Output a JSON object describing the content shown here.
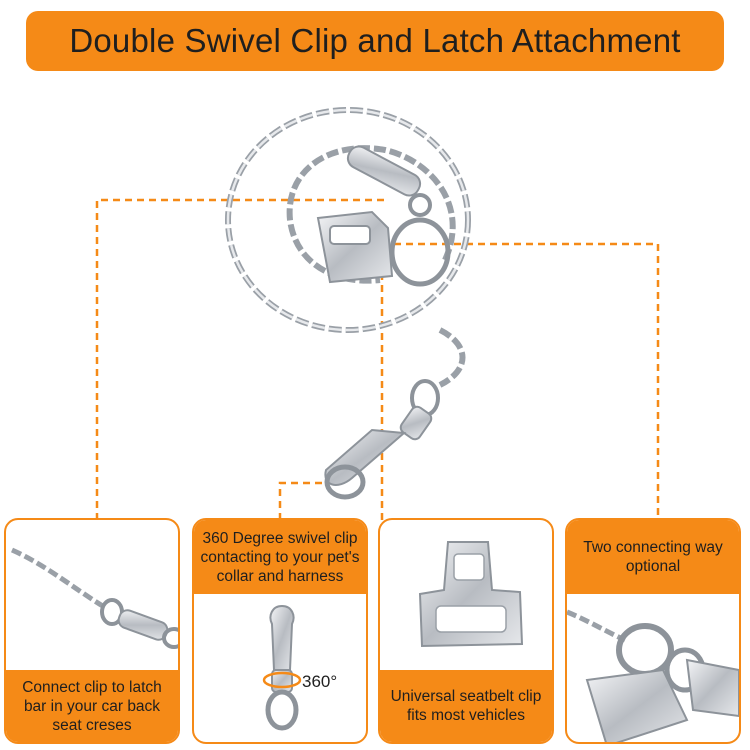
{
  "header": {
    "title": "Double Swivel Clip and Latch Attachment"
  },
  "panels": [
    {
      "caption": "Connect clip to latch bar in your car back seat creses"
    },
    {
      "caption": "360 Degree swivel clip contacting to your pet's collar and harness",
      "rotation_label": "360°"
    },
    {
      "caption": "Universal seatbelt clip fits most vehicles"
    },
    {
      "caption": "Two connecting way optional"
    }
  ],
  "colors": {
    "accent": "#f58a17",
    "text": "#1f1f1f",
    "metal": "#c9ccd1"
  }
}
